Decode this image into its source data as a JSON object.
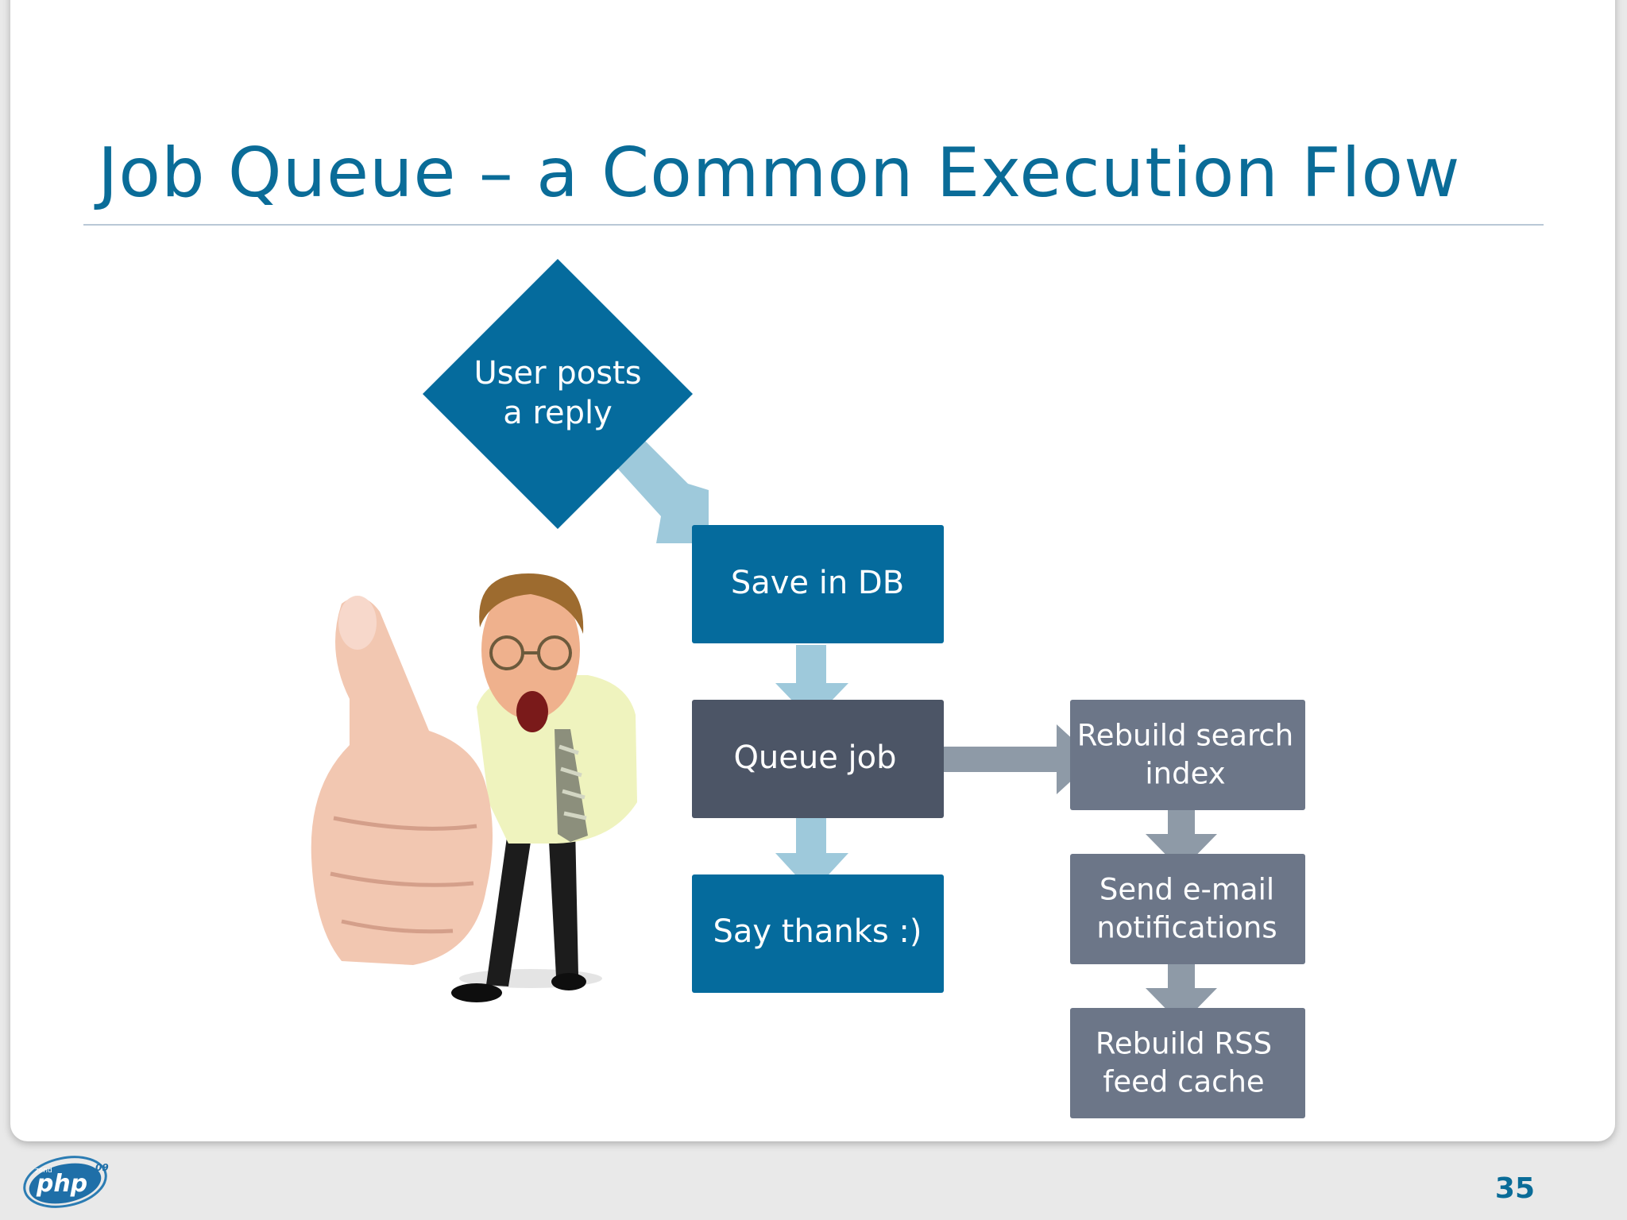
{
  "slide": {
    "title": "Job Queue – a Common Execution Flow",
    "page_number": "35"
  },
  "colors": {
    "title": "#0a6c98",
    "blue_node": "#056b9d",
    "gray_node": "#6c7688",
    "dark_node": "#4c5566",
    "blue_arrow": "#9ec9db",
    "gray_arrow": "#8e9aa7"
  },
  "diagram": {
    "nodes": {
      "user_posts": {
        "line1": "User posts",
        "line2": "a reply",
        "shape": "diamond"
      },
      "save_db": {
        "label": "Save in DB"
      },
      "queue_job": {
        "label": "Queue job"
      },
      "say_thanks": {
        "label": "Say thanks :)"
      },
      "rebuild_search": {
        "line1": "Rebuild search",
        "line2": "index"
      },
      "send_email": {
        "line1": "Send e-mail",
        "line2": "notifications"
      },
      "rebuild_rss": {
        "line1": "Rebuild RSS",
        "line2": "feed cache"
      }
    },
    "edges": [
      {
        "from": "user_posts",
        "to": "save_db"
      },
      {
        "from": "save_db",
        "to": "queue_job"
      },
      {
        "from": "queue_job",
        "to": "say_thanks"
      },
      {
        "from": "queue_job",
        "to": "rebuild_search"
      },
      {
        "from": "rebuild_search",
        "to": "send_email"
      },
      {
        "from": "send_email",
        "to": "rebuild_rss"
      }
    ]
  },
  "footer": {
    "logo_text": "php",
    "logo_small": "zend",
    "logo_year": "09"
  },
  "icons": {
    "illustration": "thumbs-up-man-illustration",
    "logo": "zendcon-php-logo"
  }
}
